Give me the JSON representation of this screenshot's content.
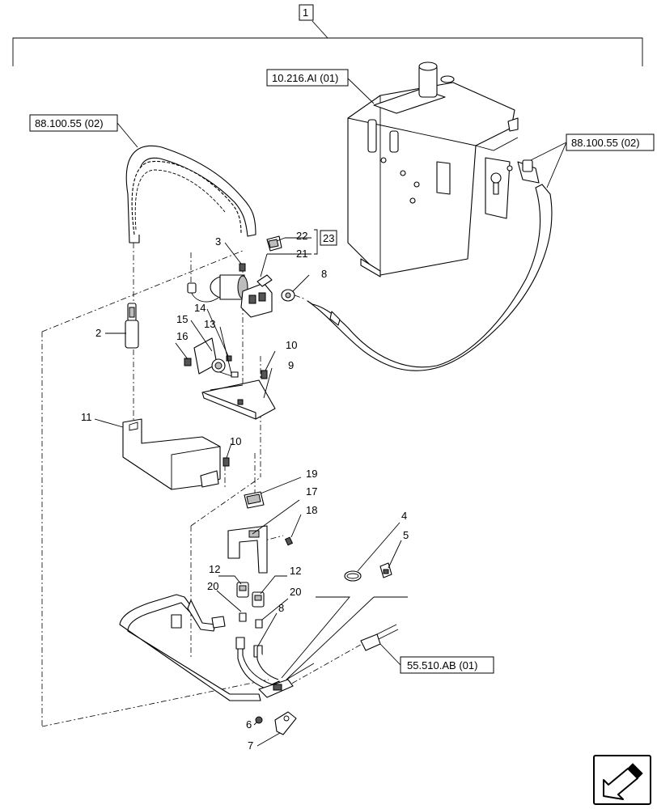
{
  "assembly_label": "1",
  "references": {
    "hose_left": "88.100.55 (02)",
    "tank": "10.216.AI (01)",
    "hose_right": "88.100.55 (02)",
    "harness": "55.510.AB (01)",
    "kit_23": "23"
  },
  "callouts": [
    {
      "id": "c2",
      "text": "2"
    },
    {
      "id": "c3",
      "text": "3"
    },
    {
      "id": "c4",
      "text": "4"
    },
    {
      "id": "c5",
      "text": "5"
    },
    {
      "id": "c6",
      "text": "6"
    },
    {
      "id": "c7",
      "text": "7"
    },
    {
      "id": "c8a",
      "text": "8"
    },
    {
      "id": "c8b",
      "text": "8"
    },
    {
      "id": "c9",
      "text": "9"
    },
    {
      "id": "c10a",
      "text": "10"
    },
    {
      "id": "c10b",
      "text": "10"
    },
    {
      "id": "c11",
      "text": "11"
    },
    {
      "id": "c12a",
      "text": "12"
    },
    {
      "id": "c12b",
      "text": "12"
    },
    {
      "id": "c13",
      "text": "13"
    },
    {
      "id": "c14",
      "text": "14"
    },
    {
      "id": "c15",
      "text": "15"
    },
    {
      "id": "c16",
      "text": "16"
    },
    {
      "id": "c17",
      "text": "17"
    },
    {
      "id": "c18",
      "text": "18"
    },
    {
      "id": "c19",
      "text": "19"
    },
    {
      "id": "c20a",
      "text": "20"
    },
    {
      "id": "c20b",
      "text": "20"
    },
    {
      "id": "c21",
      "text": "21"
    },
    {
      "id": "c22",
      "text": "22"
    }
  ],
  "icons": {
    "navigation": "next-page-arrow-icon"
  }
}
